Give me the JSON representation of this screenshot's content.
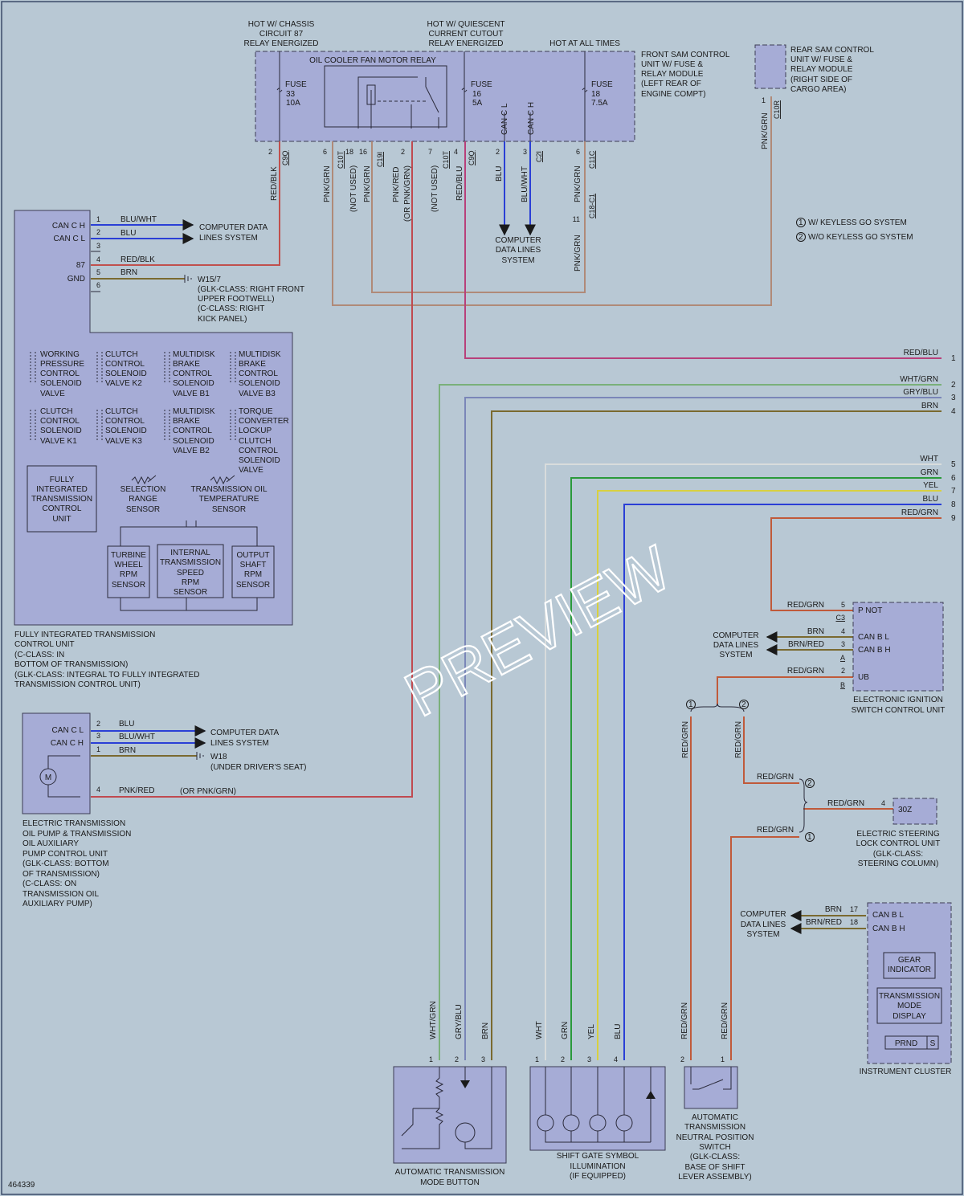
{
  "diagram_id": "464339",
  "watermark": "PREVIEW",
  "colors": {
    "red_blk": "#c0504d",
    "red_blu": "#b8407a",
    "pnk_grn": "#b08a78",
    "pnk_red": "#c04a50",
    "blu": "#2a3fd6",
    "brn": "#7a6a30",
    "wht_grn": "#7ab07a",
    "gry_blu": "#7a86b8",
    "wht": "#d8dcdc",
    "grn": "#2a9a3a",
    "yel": "#d8d040",
    "red_grn": "#c05a3a",
    "module_fill": "#a6acd6",
    "background": "#b8c8d4"
  },
  "top": {
    "hot1": [
      "HOT W/ CHASSIS",
      "CIRCUIT 87",
      "RELAY ENERGIZED"
    ],
    "hot2": [
      "HOT W/ QUIESCENT",
      "CURRENT CUTOUT",
      "RELAY ENERGIZED"
    ],
    "hot3": "HOT AT ALL TIMES",
    "relay_label": "OIL COOLER FAN MOTOR RELAY",
    "fuse33": [
      "FUSE",
      "33",
      "10A"
    ],
    "fuse16": [
      "FUSE",
      "16",
      "5A"
    ],
    "fuse18": [
      "FUSE",
      "18",
      "7.5A"
    ],
    "can_l": "CAN C L",
    "can_h": "CAN C H",
    "front_sam": [
      "FRONT SAM CONTROL",
      "UNIT W/ FUSE &",
      "RELAY MODULE",
      "(LEFT REAR OF",
      "ENGINE COMPT)"
    ],
    "rear_sam": [
      "REAR SAM CONTROL",
      "UNIT W/ FUSE &",
      "RELAY MODULE",
      "(RIGHT SIDE OF",
      "CARGO AREA)"
    ],
    "pins": [
      "2",
      "6",
      "18",
      "16",
      "2",
      "7",
      "4",
      "2",
      "3",
      "6",
      "1",
      "11"
    ],
    "connectors": [
      "C9Q",
      "C10T",
      "C19I",
      "C10T",
      "C9Q",
      "C2I",
      "C11C",
      "C10R",
      "C18-C1"
    ],
    "wires": [
      "RED/BLK",
      "PNK/GRN",
      "(NOT USED)",
      "PNK/GRN",
      "PNK/RED",
      "(OR PNK/GRN)",
      "(NOT USED)",
      "RED/BLU",
      "BLU",
      "BLU/WHT",
      "PNK/GRN",
      "PNK/GRN",
      "PNK/GRN"
    ],
    "cdl": [
      "COMPUTER",
      "DATA LINES",
      "SYSTEM"
    ]
  },
  "legend": [
    "W/ KEYLESS GO SYSTEM",
    "W/O KEYLESS GO SYSTEM"
  ],
  "tcu": {
    "can_h": "CAN C H",
    "can_l": "CAN C L",
    "p87": "87",
    "gnd": "GND",
    "pins": [
      "1",
      "2",
      "3",
      "4",
      "5",
      "6"
    ],
    "wires": [
      "BLU/WHT",
      "BLU",
      "RED/BLK",
      "BRN"
    ],
    "cdl": [
      "COMPUTER DATA",
      "LINES SYSTEM"
    ],
    "ground": [
      "W15/7",
      "(GLK-CLASS: RIGHT FRONT",
      "UPPER FOOTWELL)",
      "(C-CLASS: RIGHT",
      "KICK PANEL)"
    ],
    "valves": [
      [
        "WORKING",
        "PRESSURE",
        "CONTROL",
        "SOLENOID",
        "VALVE"
      ],
      [
        "CLUTCH",
        "CONTROL",
        "SOLENOID",
        "VALVE K2"
      ],
      [
        "MULTIDISK",
        "BRAKE",
        "CONTROL",
        "SOLENOID",
        "VALVE B1"
      ],
      [
        "MULTIDISK",
        "BRAKE",
        "CONTROL",
        "SOLENOID",
        "VALVE B3"
      ],
      [
        "CLUTCH",
        "CONTROL",
        "SOLENOID",
        "VALVE K1"
      ],
      [
        "CLUTCH",
        "CONTROL",
        "SOLENOID",
        "VALVE K3"
      ],
      [
        "MULTIDISK",
        "BRAKE",
        "CONTROL",
        "SOLENOID",
        "VALVE B2"
      ],
      [
        "TORQUE",
        "CONVERTER",
        "LOCKUP",
        "CLUTCH",
        "CONTROL",
        "SOLENOID",
        "VALVE"
      ]
    ],
    "fitcu": [
      "FULLY",
      "INTEGRATED",
      "TRANSMISSION",
      "CONTROL",
      "UNIT"
    ],
    "sel": [
      "SELECTION",
      "RANGE",
      "SENSOR"
    ],
    "temp": [
      "TRANSMISSION OIL",
      "TEMPERATURE",
      "SENSOR"
    ],
    "turbine": [
      "TURBINE",
      "WHEEL",
      "RPM",
      "SENSOR"
    ],
    "internal": [
      "INTERNAL",
      "TRANSMISSION",
      "SPEED",
      "RPM",
      "SENSOR"
    ],
    "output": [
      "OUTPUT",
      "SHAFT",
      "RPM",
      "SENSOR"
    ],
    "caption": [
      "FULLY INTEGRATED TRANSMISSION",
      "CONTROL UNIT",
      "(C-CLASS: IN",
      "BOTTOM OF TRANSMISSION)",
      "(GLK-CLASS: INTEGRAL TO FULLY INTEGRATED",
      "TRANSMISSION CONTROL UNIT)"
    ]
  },
  "pump": {
    "can_l": "CAN C L",
    "can_h": "CAN C H",
    "pins": [
      "2",
      "3",
      "1",
      "4"
    ],
    "wires": [
      "BLU",
      "BLU/WHT",
      "BRN",
      "PNK/RED"
    ],
    "or_wire": "(OR PNK/GRN)",
    "cdl": [
      "COMPUTER DATA",
      "LINES SYSTEM"
    ],
    "ground": [
      "W18",
      "(UNDER DRIVER'S SEAT)"
    ],
    "motor": "M",
    "caption": [
      "ELECTRIC TRANSMISSION",
      "OIL PUMP & TRANSMISSION",
      "OIL AUXILIARY",
      "PUMP CONTROL UNIT",
      "(GLK-CLASS: BOTTOM",
      "OF TRANSMISSION)",
      "(C-CLASS: ON",
      "TRANSMISSION OIL",
      "AUXILIARY PUMP)"
    ]
  },
  "right_bus": {
    "wires": [
      "RED/BLU",
      "WHT/GRN",
      "GRY/BLU",
      "BRN",
      "WHT",
      "GRN",
      "YEL",
      "BLU",
      "RED/GRN"
    ],
    "numbers": [
      "1",
      "2",
      "3",
      "4",
      "5",
      "6",
      "7",
      "8",
      "9"
    ]
  },
  "eis": {
    "pins": [
      "5",
      "4",
      "3",
      "2"
    ],
    "conns": [
      "C3",
      "A",
      "B"
    ],
    "wires": [
      "RED/GRN",
      "BRN",
      "BRN/RED",
      "RED/GRN"
    ],
    "labels": [
      "P NOT",
      "CAN B L",
      "CAN B H",
      "UB"
    ],
    "cdl": [
      "COMPUTER",
      "DATA LINES",
      "SYSTEM"
    ],
    "caption": [
      "ELECTRONIC IGNITION",
      "SWITCH CONTROL UNIT"
    ]
  },
  "esl": {
    "wires": [
      "RED/GRN",
      "RED/GRN",
      "RED/GRN",
      "RED/GRN",
      "RED/GRN"
    ],
    "pin": "4",
    "label": "30Z",
    "caption": [
      "ELECTRIC STEERING",
      "LOCK CONTROL UNIT",
      "(GLK-CLASS:",
      "STEERING COLUMN)"
    ]
  },
  "cluster": {
    "pins": [
      "17",
      "18"
    ],
    "wires": [
      "BRN",
      "BRN/RED"
    ],
    "labels": [
      "CAN B L",
      "CAN B H"
    ],
    "cdl": [
      "COMPUTER",
      "DATA LINES",
      "SYSTEM"
    ],
    "gear": [
      "GEAR",
      "INDICATOR"
    ],
    "mode": [
      "TRANSMISSION",
      "MODE",
      "DISPLAY"
    ],
    "prnd": "PRND",
    "s": "S",
    "caption": "INSTRUMENT CLUSTER"
  },
  "bottom": {
    "mode_wires": [
      "WHT/GRN",
      "GRY/BLU",
      "BRN"
    ],
    "mode_pins": [
      "1",
      "2",
      "3"
    ],
    "shift_wires": [
      "WHT",
      "GRN",
      "YEL",
      "BLU"
    ],
    "shift_pins": [
      "1",
      "2",
      "3",
      "4"
    ],
    "nps_wires": [
      "RED/GRN",
      "RED/GRN"
    ],
    "nps_pins": [
      "2",
      "1"
    ],
    "mode_caption": [
      "AUTOMATIC TRANSMISSION",
      "MODE BUTTON"
    ],
    "shift_caption": [
      "SHIFT GATE SYMBOL",
      "ILLUMINATION",
      "(IF EQUIPPED)"
    ],
    "nps_caption": [
      "AUTOMATIC",
      "TRANSMISSION",
      "NEUTRAL POSITION",
      "SWITCH",
      "(GLK-CLASS:",
      "BASE OF SHIFT",
      "LEVER ASSEMBLY)"
    ]
  }
}
